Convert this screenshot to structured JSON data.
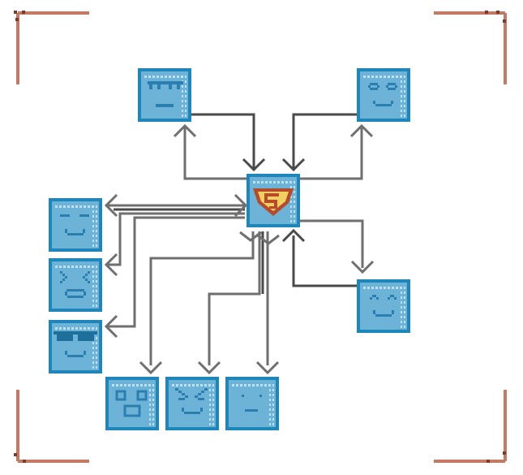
{
  "colors": {
    "background": "#ffffff",
    "corner_bracket": "#c27a62",
    "corner_bracket_dark": "#7a3c2c",
    "line_light": "#6f6f6f",
    "line_dark": "#4a4a4a",
    "face_fill": "#6db3d8",
    "face_border": "#1e86b8",
    "face_dots": "#bfe0f0",
    "face_feature": "#2a7fb0",
    "logo_red": "#b84a2c",
    "logo_yellow": "#f0d060"
  },
  "diagram": {
    "hub": {
      "name": "hub-logo-node",
      "icon": "superhero-shield-icon"
    },
    "nodes": [
      {
        "name": "node-top-left",
        "icon": "glasses-face-icon"
      },
      {
        "name": "node-top-right",
        "icon": "smiling-face-icon"
      },
      {
        "name": "node-left-1",
        "icon": "squinting-face-icon"
      },
      {
        "name": "node-left-2",
        "icon": "laughing-face-icon"
      },
      {
        "name": "node-left-3",
        "icon": "sunglasses-face-icon"
      },
      {
        "name": "node-right",
        "icon": "happy-face-icon"
      },
      {
        "name": "node-bottom-1",
        "icon": "robot-face-icon"
      },
      {
        "name": "node-bottom-2",
        "icon": "angry-face-icon"
      },
      {
        "name": "node-bottom-3",
        "icon": "neutral-face-icon"
      }
    ]
  }
}
